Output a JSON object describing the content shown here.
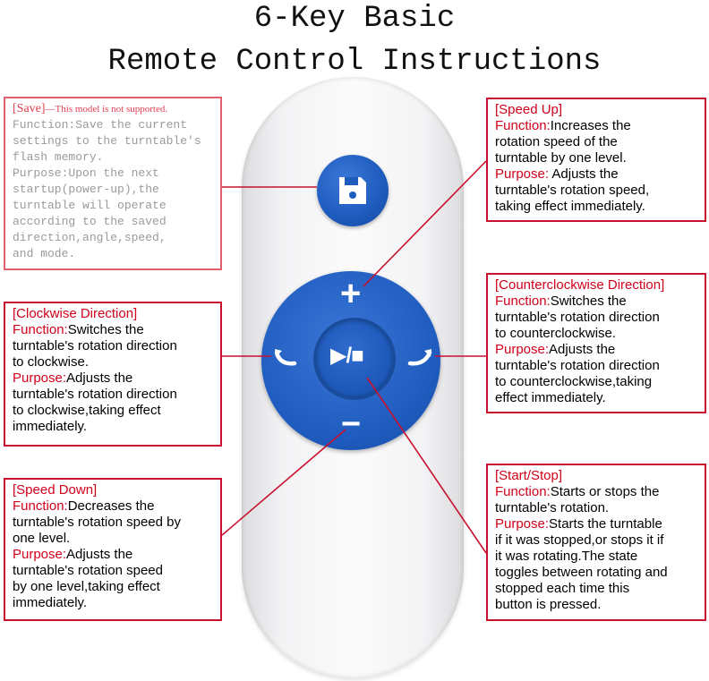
{
  "title": {
    "line1": "6-Key Basic",
    "line2": "Remote Control Instructions"
  },
  "remote": {
    "buttons": [
      {
        "name": "save",
        "icon": "floppy-disk-icon"
      },
      {
        "name": "speed-up",
        "icon": "plus-icon",
        "glyph": "+"
      },
      {
        "name": "clockwise",
        "icon": "rotate-clockwise-icon"
      },
      {
        "name": "start-stop",
        "icon": "play-stop-icon",
        "glyph": "▶/■"
      },
      {
        "name": "counterclockwise",
        "icon": "rotate-counterclockwise-icon"
      },
      {
        "name": "speed-down",
        "icon": "minus-icon",
        "glyph": "−"
      }
    ],
    "colors": {
      "button_blue": "#1f5cbf",
      "callout_red": "#c8102e"
    }
  },
  "callouts": {
    "save": {
      "heading": "[Save]",
      "note": "—This model is not supported.",
      "lines": [
        "Function:Save the current",
        "settings to the turntable's",
        "flash memory.",
        "Purpose:Upon the next",
        "startup(power-up),the",
        "turntable will operate",
        "according to the saved",
        "direction,angle,speed,",
        "and mode."
      ]
    },
    "speed_up": {
      "heading": "[Speed Up]",
      "function_label": "Function:",
      "function_first": "Increases the",
      "function_rest": [
        "rotation speed of the",
        "turntable by one level."
      ],
      "purpose_label": "Purpose:",
      "purpose_first": " Adjusts the",
      "purpose_rest": [
        "turntable's rotation speed,",
        "taking effect immediately."
      ]
    },
    "clockwise": {
      "heading": "[Clockwise Direction]",
      "function_label": "Function:",
      "function_first": "Switches the",
      "function_rest": [
        "turntable's rotation direction",
        "to clockwise."
      ],
      "purpose_label": "Purpose:",
      "purpose_first": "Adjusts the",
      "purpose_rest": [
        "turntable's rotation direction",
        "to clockwise,taking effect",
        "immediately."
      ]
    },
    "counterclockwise": {
      "heading": "[Counterclockwise Direction]",
      "function_label": "Function:",
      "function_first": "Switches the",
      "function_rest": [
        "turntable's rotation direction",
        "to counterclockwise."
      ],
      "purpose_label": "Purpose:",
      "purpose_first": "Adjusts the",
      "purpose_rest": [
        "turntable's rotation direction",
        "to counterclockwise,taking",
        "effect immediately."
      ]
    },
    "speed_down": {
      "heading": "[Speed Down]",
      "function_label": "Function:",
      "function_first": "Decreases the",
      "function_rest": [
        "turntable's rotation speed by",
        "one level."
      ],
      "purpose_label": "Purpose:",
      "purpose_first": "Adjusts the",
      "purpose_rest": [
        "turntable's rotation speed",
        "by one level,taking effect",
        "immediately."
      ]
    },
    "start_stop": {
      "heading": "[Start/Stop]",
      "function_label": "Function:",
      "function_first": "Starts or stops the",
      "function_rest": [
        "turntable's rotation."
      ],
      "purpose_label": "Purpose:",
      "purpose_first": "Starts the turntable",
      "purpose_rest": [
        "if it was stopped,or stops it if",
        "it was rotating.The state",
        "toggles between rotating and",
        "stopped each time this",
        "button is pressed."
      ]
    }
  }
}
